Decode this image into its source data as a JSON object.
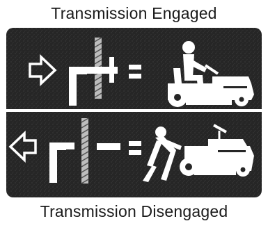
{
  "labels": {
    "top": "Transmission Engaged",
    "bottom": "Transmission Disengaged"
  },
  "colors": {
    "decal_background": "#262626",
    "symbol": "#ffffff",
    "divider": "#ffffff",
    "page": "#ffffff"
  },
  "panels": [
    {
      "state": "engaged",
      "arrow_direction": "right",
      "lever_position": "engaged",
      "icons": [
        "right-arrow-icon",
        "lever-engaged-icon",
        "equals-icon",
        "mower-driving-icon"
      ]
    },
    {
      "state": "disengaged",
      "arrow_direction": "left",
      "lever_position": "disengaged",
      "icons": [
        "left-arrow-icon",
        "lever-disengaged-icon",
        "equals-icon",
        "mower-pushing-icon"
      ]
    }
  ]
}
